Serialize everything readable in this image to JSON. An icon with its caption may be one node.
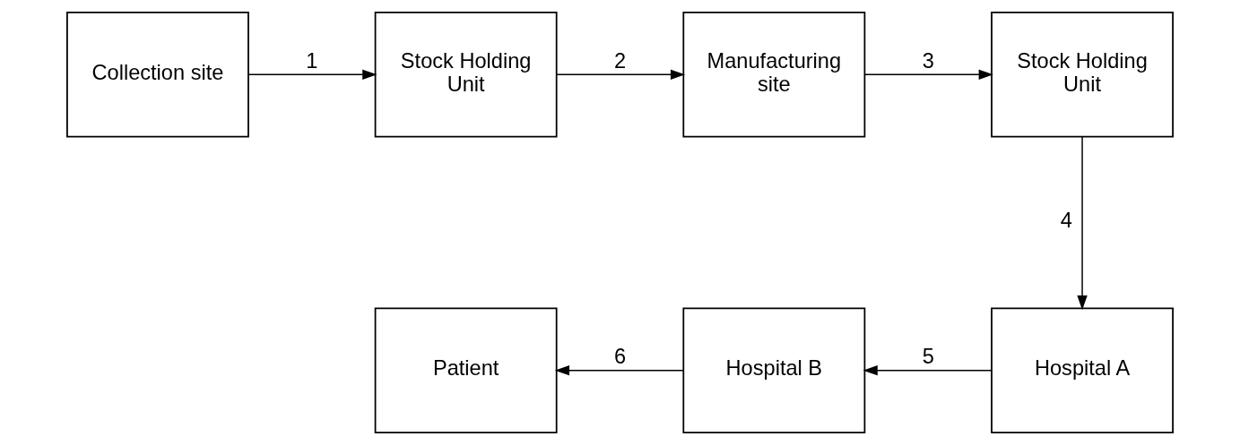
{
  "diagram": {
    "nodes": [
      {
        "text": [
          "Collection site"
        ]
      },
      {
        "text": [
          "Stock Holding Unit"
        ]
      },
      {
        "text": [
          "Manufacturing site"
        ]
      },
      {
        "text": [
          "Stock Holding Unit"
        ]
      },
      {
        "text": [
          "Hospital A"
        ]
      },
      {
        "text": [
          "Hospital B"
        ]
      },
      {
        "text": [
          "Patient"
        ]
      }
    ],
    "edges": [
      {
        "from": 0,
        "to": 1,
        "arrow": "to",
        "label": "1"
      },
      {
        "from": 1,
        "to": 2,
        "arrow": "to",
        "label": "2"
      },
      {
        "from": 2,
        "to": 3,
        "arrow": "to",
        "label": "3"
      },
      {
        "from": 3,
        "to": 4,
        "arrow": "to",
        "label": "4"
      },
      {
        "from": 4,
        "to": 5,
        "arrow": "to",
        "label": "5"
      },
      {
        "from": 5,
        "to": 6,
        "arrow": "to",
        "label": "6"
      }
    ]
  }
}
